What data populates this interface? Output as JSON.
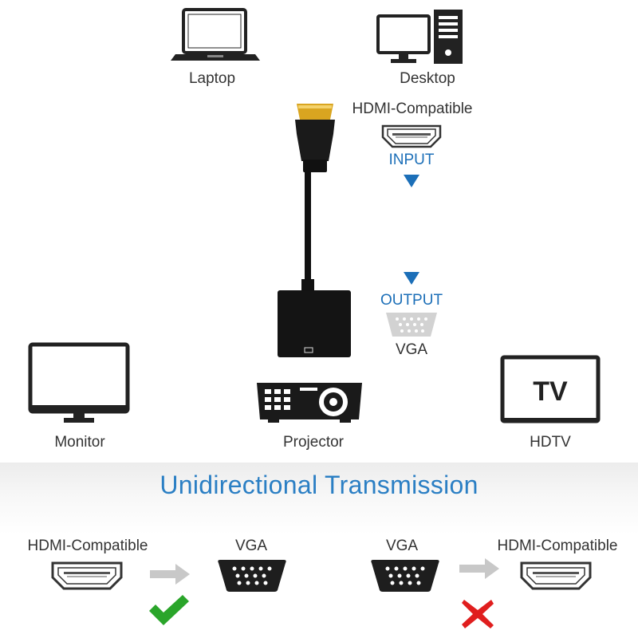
{
  "devices": {
    "laptop": "Laptop",
    "desktop": "Desktop",
    "monitor": "Monitor",
    "projector": "Projector",
    "hdtv": "HDTV",
    "tv_screen_text": "TV"
  },
  "adapter": {
    "input_port": "HDMI-Compatible",
    "input_label": "INPUT",
    "output_label": "OUTPUT",
    "output_port": "VGA"
  },
  "transmission": {
    "title": "Unidirectional Transmission",
    "left": {
      "from": "HDMI-Compatible",
      "to": "VGA",
      "status": "supported"
    },
    "right": {
      "from": "VGA",
      "to": "HDMI-Compatible",
      "status": "not-supported"
    }
  },
  "colors": {
    "accent": "#1c6fb8",
    "title": "#2b7fc4",
    "check": "#2aa52a",
    "cross": "#e01e1e",
    "arrow": "#c8c8c8"
  }
}
